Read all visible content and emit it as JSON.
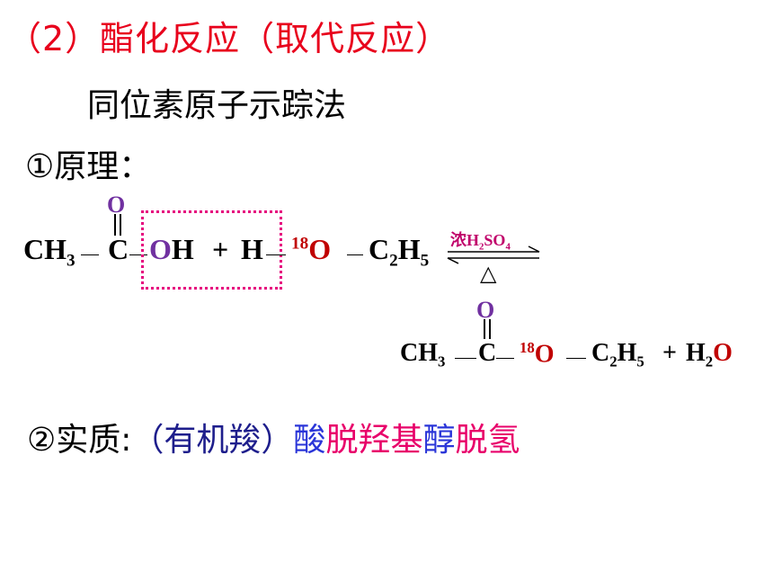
{
  "slide": {
    "title": "（2）酯化反应（取代反应）",
    "subtitle": "同位素原子示踪法",
    "principle_label": "①原理："
  },
  "reaction": {
    "reactant_ch3": "CH",
    "sub_3": "3",
    "carbon": "C",
    "oxygen": "O",
    "o_of_oh": "O",
    "h_of_oh": "H",
    "plus": "+",
    "hydrogen": "H",
    "isotope": "18",
    "alkyl_c": "C",
    "sub_2": "2",
    "alkyl_h": "H",
    "sub_5": "5",
    "catalyst": "浓H",
    "catalyst_sub2": "2",
    "catalyst_so": "SO",
    "catalyst_sub4": "4",
    "heat_symbol": "△",
    "product_ch3": "CH",
    "product_c": "C",
    "product_o_top": "O",
    "product_isotope": "18",
    "product_o": "O",
    "product_c2": "C",
    "product_h5": "H",
    "plus2": "+",
    "water_h": "H",
    "water_o": "O"
  },
  "essence": {
    "label": "②实质:",
    "part_paren": "（有机羧）",
    "part_acid": "酸",
    "part_remove_oh": "脱羟基",
    "part_alcohol": "醇",
    "part_remove_h": "脱氢"
  },
  "colors": {
    "title": "#e8001c",
    "isotope_oxygen": "#7030a0",
    "dashed_box": "#e6007e",
    "essence_navy": "#1e1e8c",
    "essence_blue": "#2a35d8",
    "essence_pink": "#e8006a"
  }
}
